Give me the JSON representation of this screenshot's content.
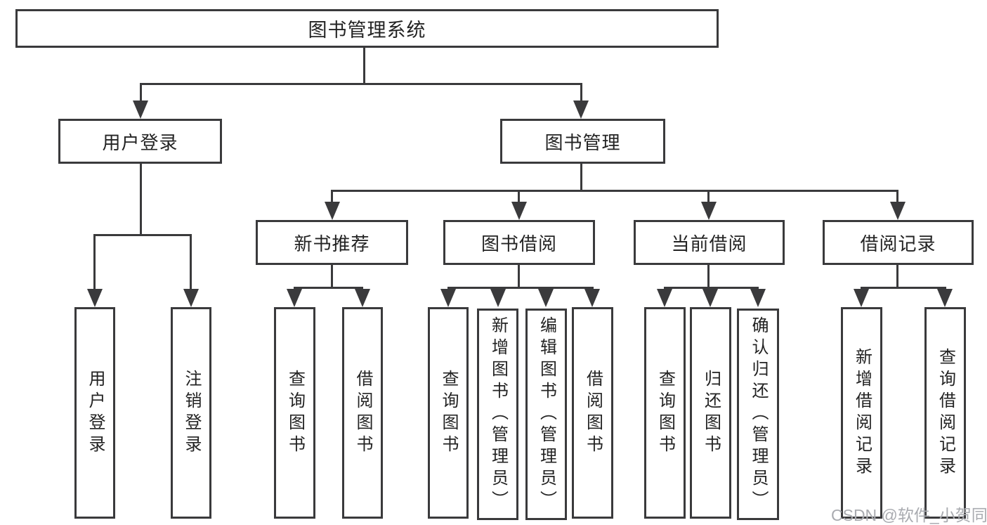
{
  "watermark": "CSDN @软件_小贺同学",
  "nodes": {
    "root": {
      "label": "图书管理系统"
    },
    "user_login": {
      "label": "用户登录"
    },
    "book_mgmt": {
      "label": "图书管理"
    },
    "new_book_rec": {
      "label": "新书推荐"
    },
    "book_borrow": {
      "label": "图书借阅"
    },
    "current_borrow": {
      "label": "当前借阅"
    },
    "borrow_records": {
      "label": "借阅记录"
    },
    "login_leaf": {
      "label": "用户登录"
    },
    "logout_leaf": {
      "label": "注销登录"
    },
    "rec_query_books": {
      "label": "查询图书"
    },
    "rec_borrow_books": {
      "label": "借阅图书"
    },
    "bor_query_books": {
      "label": "查询图书"
    },
    "bor_add_books": {
      "label": "新增图书（管理员）"
    },
    "bor_edit_books": {
      "label": "编辑图书（管理员）"
    },
    "bor_borrow_books": {
      "label": "借阅图书"
    },
    "cur_query_books": {
      "label": "查询图书"
    },
    "cur_return_books": {
      "label": "归还图书"
    },
    "cur_confirm_return": {
      "label": "确认归还（管理员）"
    },
    "hist_add_record": {
      "label": "新增借阅记录"
    },
    "hist_query_record": {
      "label": "查询借阅记录"
    }
  }
}
